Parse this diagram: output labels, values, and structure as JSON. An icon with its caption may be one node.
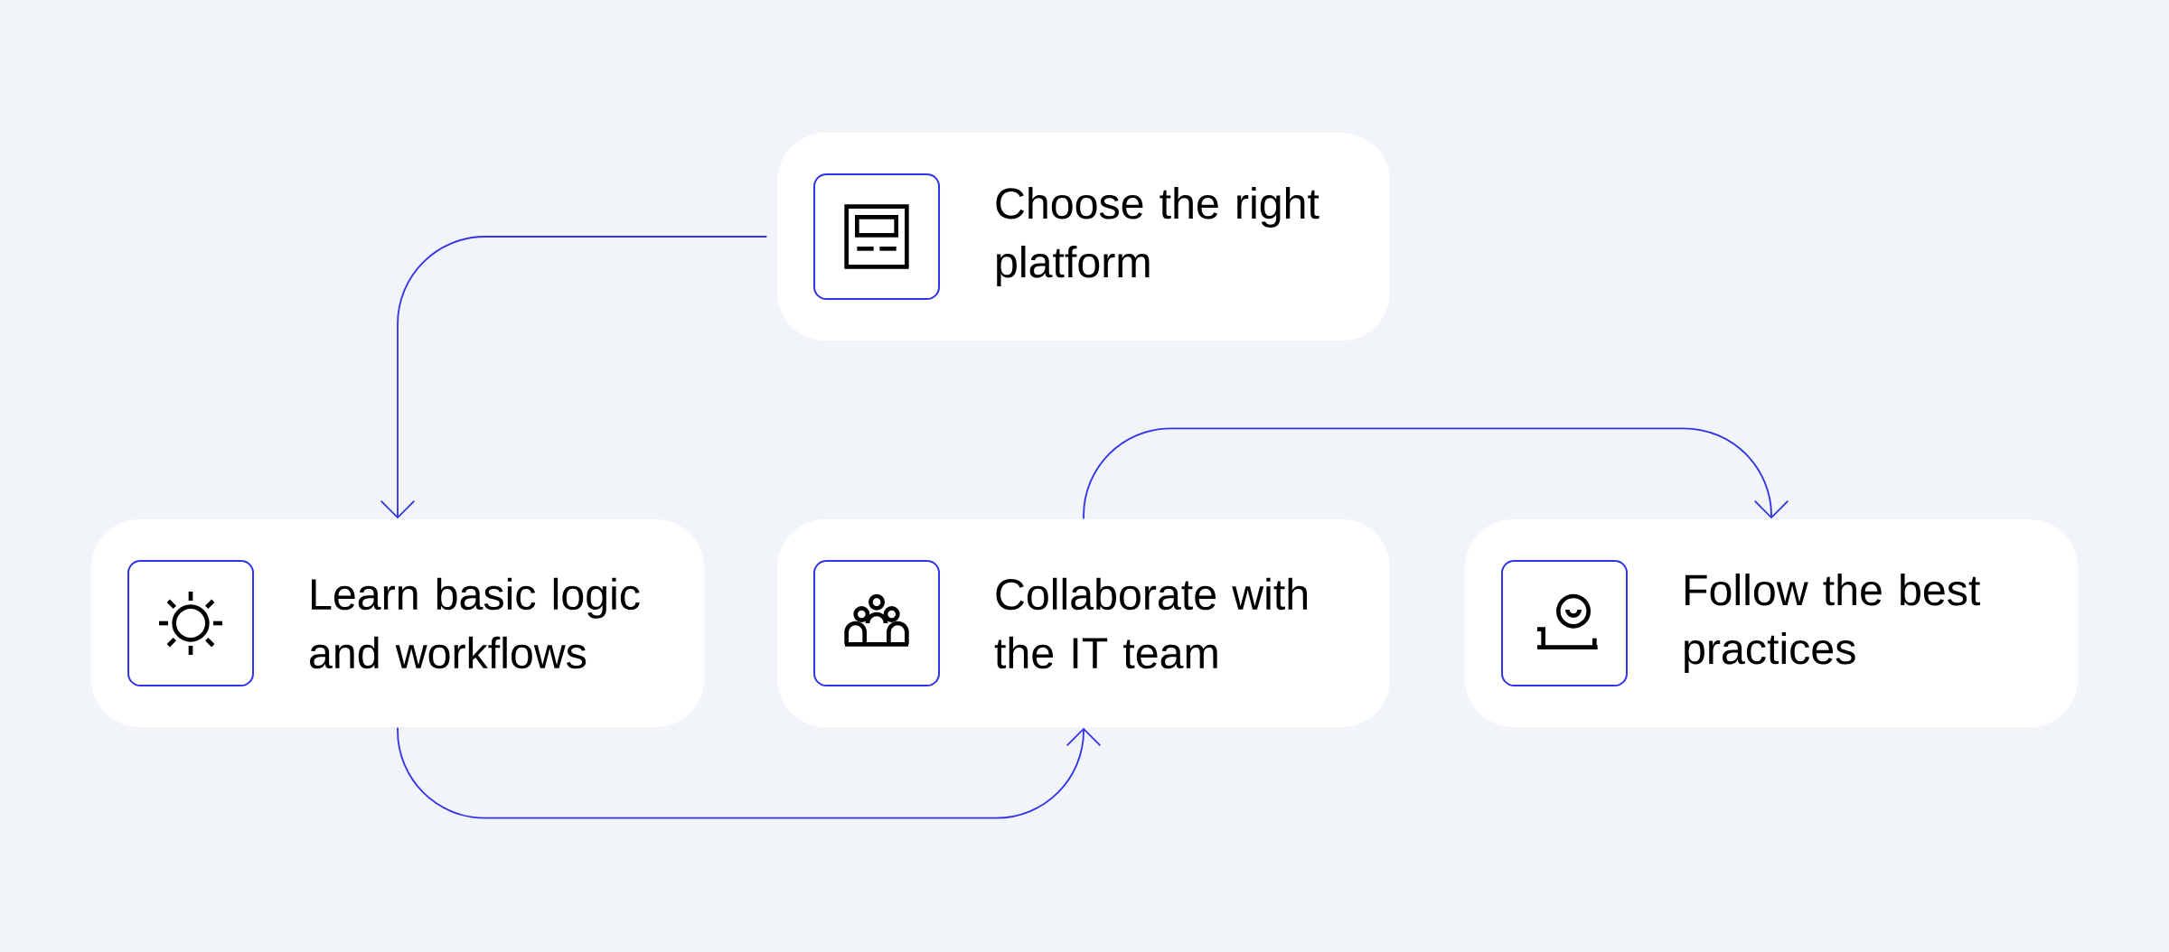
{
  "diagram": {
    "nodes": [
      {
        "text": [
          "Choose the right platform"
        ]
      },
      {
        "text": [
          "Learn basic logic and workflows"
        ]
      },
      {
        "text": [
          "Collaborate with the IT team"
        ]
      },
      {
        "text": [
          "Follow the best practices"
        ]
      }
    ],
    "edges": [
      {
        "from": 0,
        "to": 1,
        "arrow": "to"
      },
      {
        "from": 1,
        "to": 2,
        "arrow": "to"
      },
      {
        "from": 2,
        "to": 3,
        "arrow": "to"
      }
    ]
  }
}
